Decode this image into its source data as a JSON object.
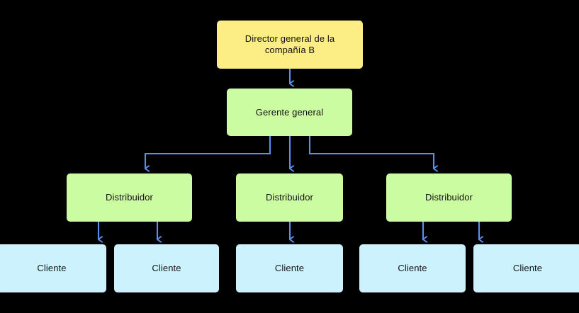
{
  "diagram": {
    "title_text": "",
    "background_color": "#000000",
    "connector_color": "#5B8FF0",
    "text_color": "#111111",
    "colors": {
      "director": "#FCEE84",
      "manager": "#CCFCA1",
      "distributor": "#CCFCA1",
      "client": "#CCF3FD"
    },
    "nodes": {
      "director": {
        "label": "Director general de la\ncompañía B"
      },
      "manager": {
        "label": "Gerente general"
      },
      "distributors": [
        {
          "label": "Distribuidor"
        },
        {
          "label": "Distribuidor"
        },
        {
          "label": "Distribuidor"
        }
      ],
      "clients": [
        {
          "label": "Cliente"
        },
        {
          "label": "Cliente"
        },
        {
          "label": "Cliente"
        },
        {
          "label": "Cliente"
        },
        {
          "label": "Cliente"
        }
      ]
    },
    "edges": [
      {
        "from": "director",
        "to": "manager"
      },
      {
        "from": "manager",
        "to": "distributor-1"
      },
      {
        "from": "manager",
        "to": "distributor-2"
      },
      {
        "from": "manager",
        "to": "distributor-3"
      },
      {
        "from": "distributor-1",
        "to": "client-1"
      },
      {
        "from": "distributor-1",
        "to": "client-2"
      },
      {
        "from": "distributor-2",
        "to": "client-3"
      },
      {
        "from": "distributor-3",
        "to": "client-4"
      },
      {
        "from": "distributor-3",
        "to": "client-5"
      }
    ]
  }
}
